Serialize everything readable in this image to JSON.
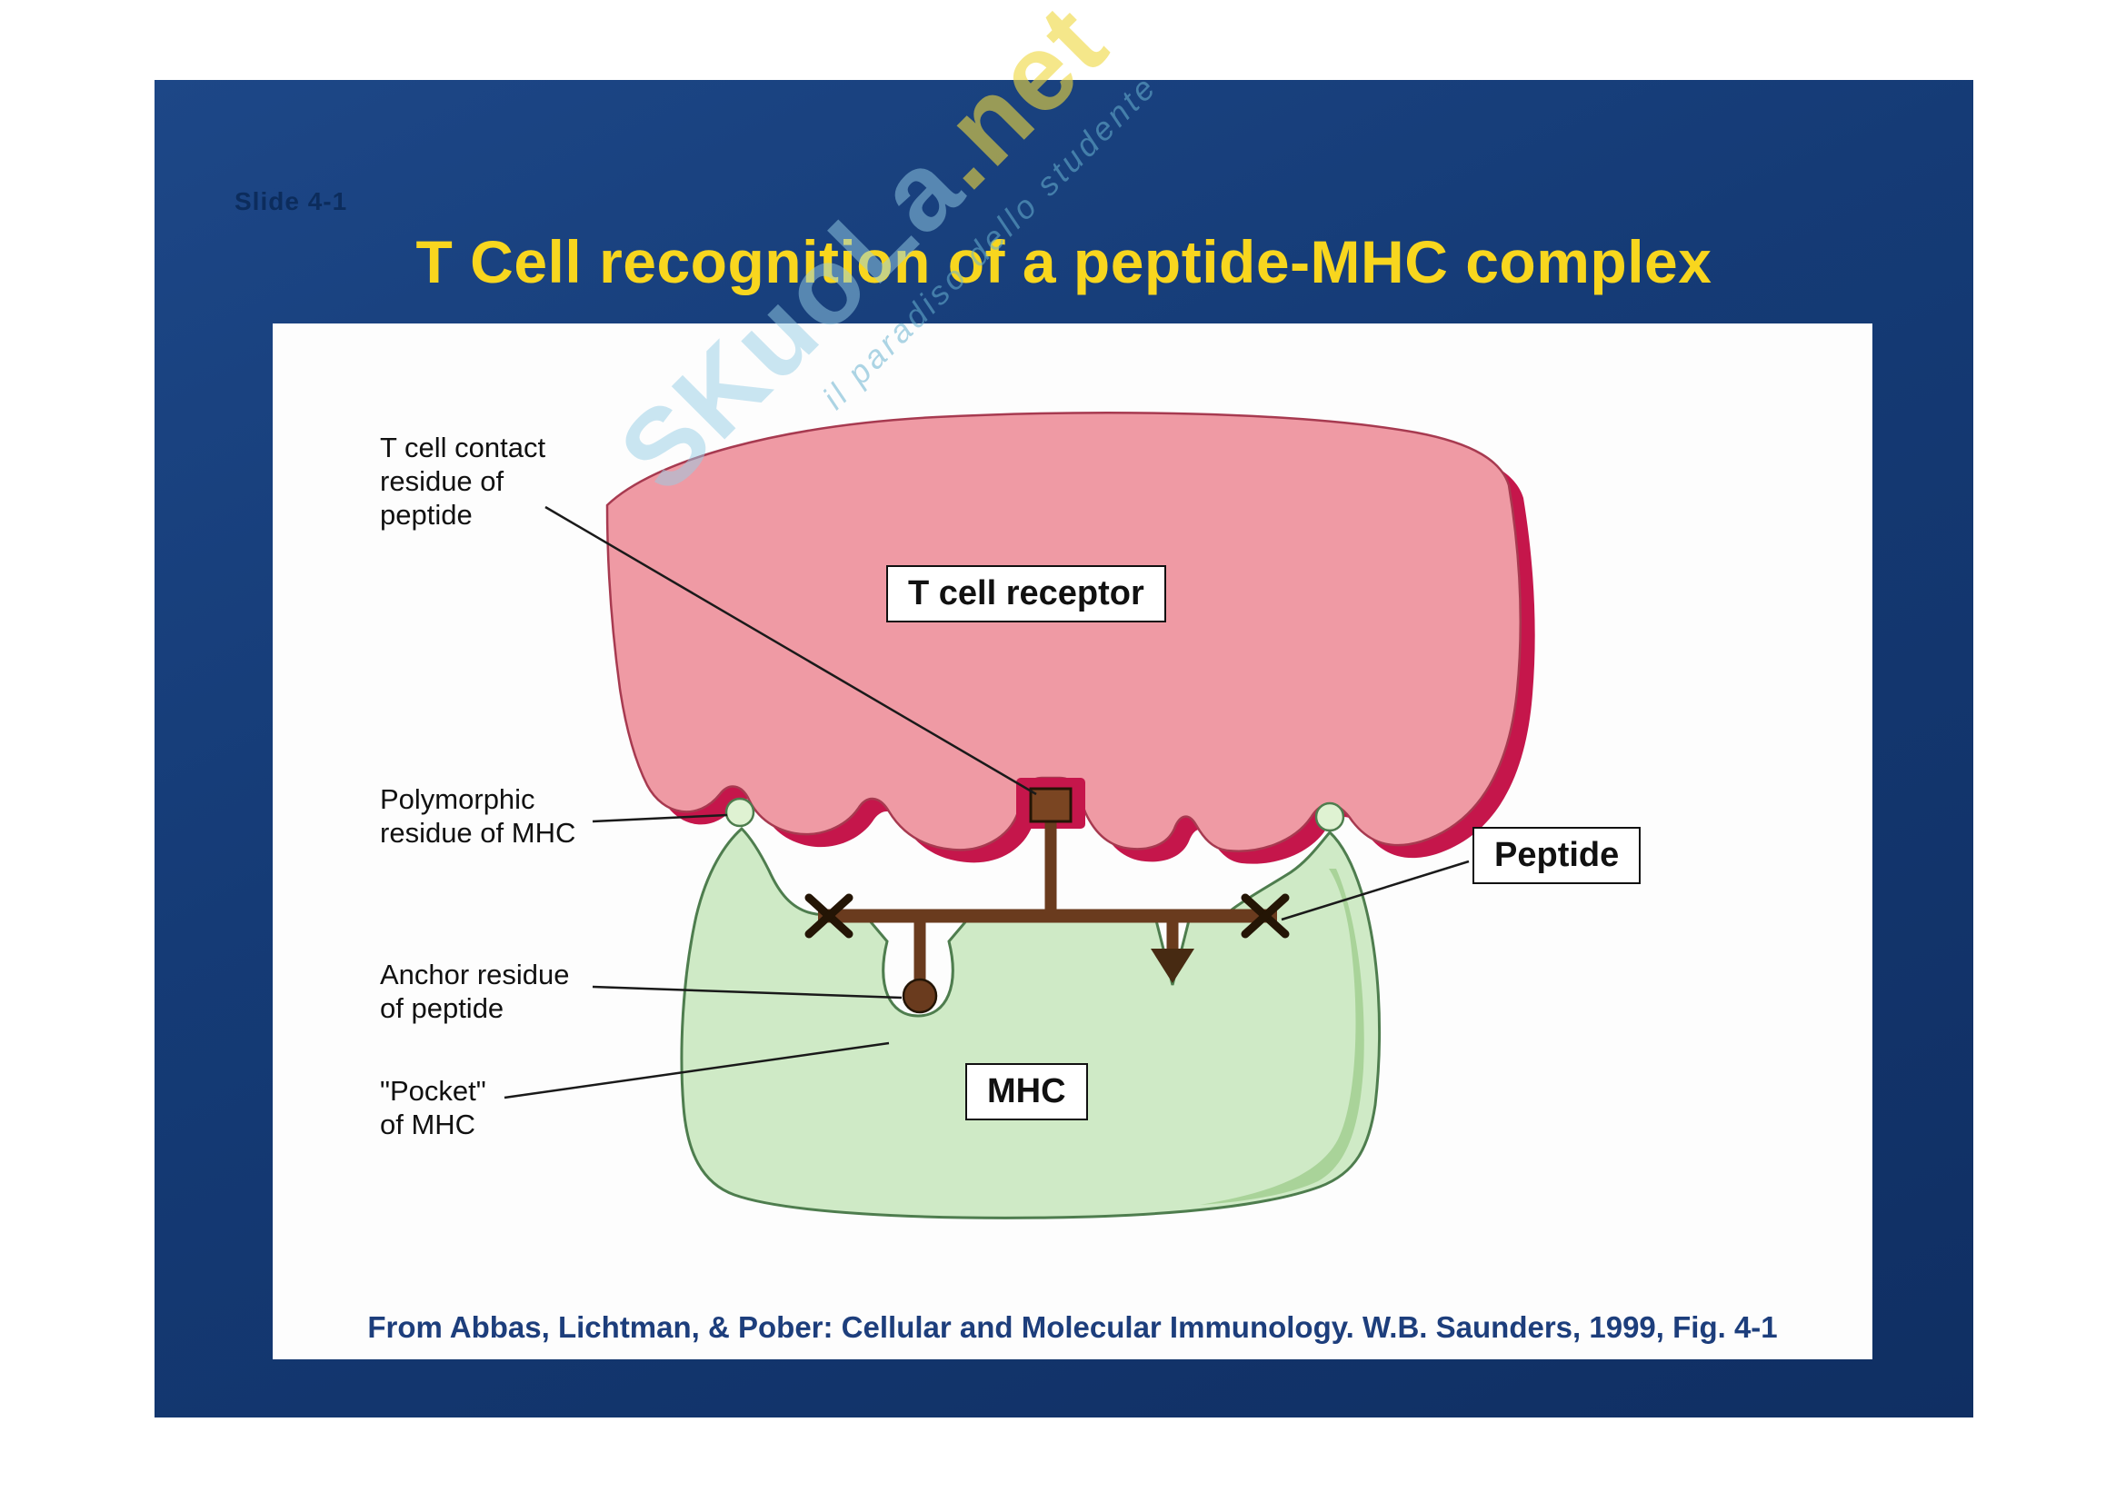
{
  "slide": {
    "label": "Slide 4-1",
    "title": "T Cell recognition of a peptide-MHC complex"
  },
  "figure": {
    "annotations": {
      "t_cell_contact": "T cell contact\nresidue of\npeptide",
      "polymorphic": "Polymorphic\nresidue of MHC",
      "anchor": "Anchor residue\nof peptide",
      "pocket": "\"Pocket\"\nof MHC"
    },
    "boxes": {
      "tcr": "T cell receptor",
      "peptide": "Peptide",
      "mhc": "MHC"
    },
    "caption": "From Abbas, Lichtman, & Pober: Cellular and Molecular Immunology. W.B. Saunders, 1999, Fig. 4-1"
  },
  "watermark": {
    "brand": "SKuoLa",
    "tld": ".net",
    "tagline": "il paradiso dello studente"
  },
  "colors": {
    "slide_blue": "#153b76",
    "title_yellow": "#f8d61e",
    "tcr_pink": "#ef9aa4",
    "tcr_crimson": "#c5164b",
    "mhc_green": "#cfeac6",
    "mhc_shade_green": "#a9d399",
    "mhc_outline": "#4e7d4e",
    "knob_green": "#dff2d2",
    "peptide_brown": "#6a3b1e",
    "peptide_square_brown": "#7a4522",
    "peptide_dark": "#241505",
    "caption_blue": "#1d3e7c"
  }
}
